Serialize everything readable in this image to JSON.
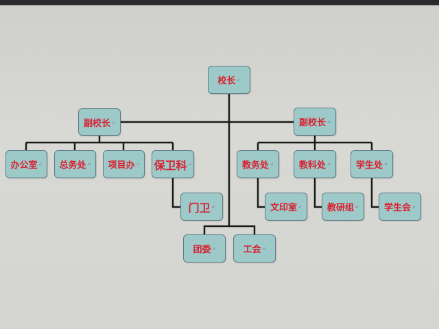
{
  "chart": {
    "root": "校长",
    "vp_left": "副校长",
    "vp_right": "副校长",
    "left_depts": [
      "办公室",
      "总务处",
      "项目办",
      "保卫科"
    ],
    "left_sub": "门卫",
    "right_depts": [
      "教务处",
      "教科处",
      "学生处"
    ],
    "right_subs": [
      "文印室",
      "教研组",
      "学生会"
    ],
    "bottom": [
      "团委",
      "工会"
    ]
  },
  "colors": {
    "box_fill": "#9ec9c9",
    "text": "#d9202e",
    "line": "#1a1a1a"
  }
}
